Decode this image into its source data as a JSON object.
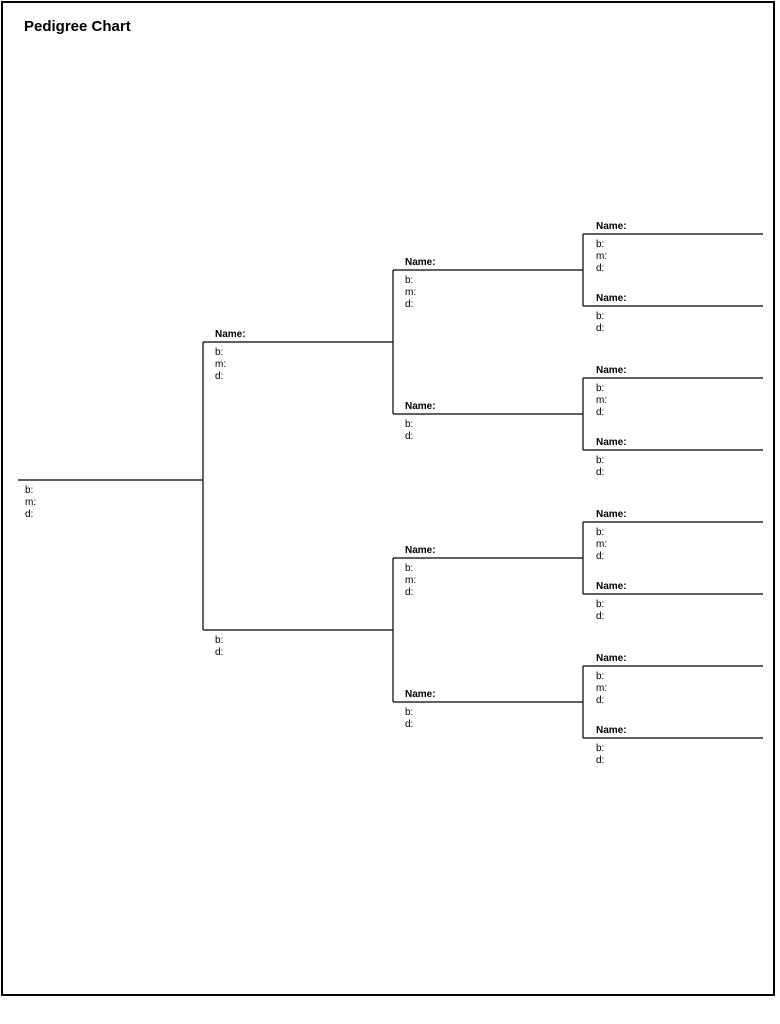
{
  "title": "Pedigree Chart",
  "labels": {
    "name": "Name:",
    "born": "b:",
    "married": "m:",
    "died": "d:"
  }
}
